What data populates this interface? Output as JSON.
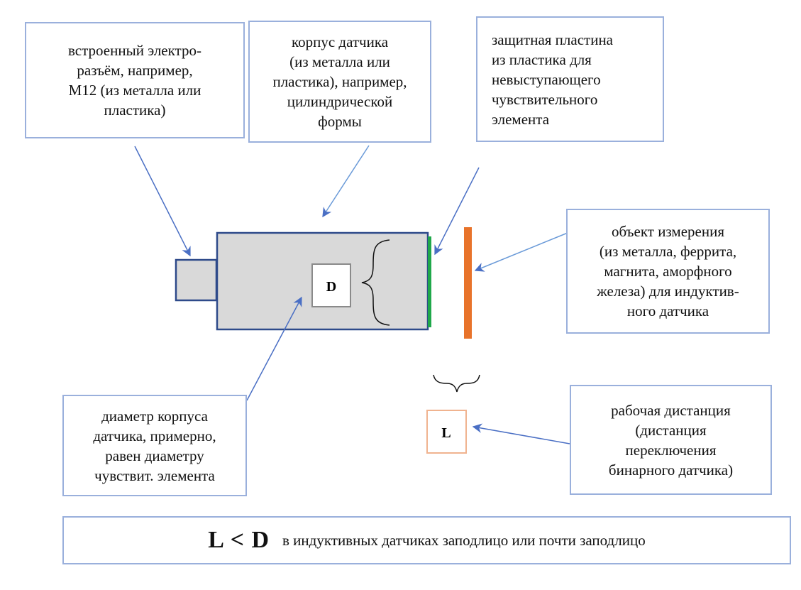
{
  "callouts": {
    "connector": [
      "встроенный электро-",
      "разъём, например,",
      "М12 (из металла или",
      "пластика)"
    ],
    "housing": [
      "корпус датчика",
      "(из металла или",
      "пластика), например,",
      "цилиндрической",
      "формы"
    ],
    "plate": [
      "защитная пластина",
      "из пластика для",
      "невыступающего",
      "чувствительного",
      "элемента"
    ],
    "object": [
      "объект измерения",
      "(из металла, феррита,",
      "магнита, аморфного",
      "железа) для индуктив-",
      "ного датчика"
    ],
    "diameter": [
      "диаметр корпуса",
      "датчика, примерно,",
      "равен диаметру",
      "чувствит. элемента"
    ],
    "distance": [
      "рабочая дистанция",
      "(дистанция",
      "переключения",
      "бинарного датчика)"
    ]
  },
  "labels": {
    "D": "D",
    "L": "L"
  },
  "formula": {
    "big": "L < D",
    "text": "в индуктивных датчиках заподлицо или почти заподлицо"
  },
  "colors": {
    "callout_border": "#9ab0dc",
    "arrow": "#4a6fc4",
    "sensor_outline": "#2e4a8a",
    "sensor_fill": "#d9d9d9",
    "plate": "#1fa84a",
    "target": "#e8732a",
    "l_box": "#f0b38f"
  }
}
